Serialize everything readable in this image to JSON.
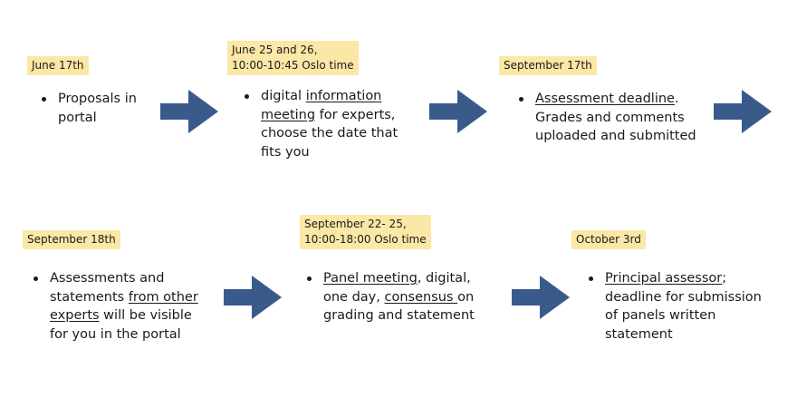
{
  "colors": {
    "arrow": "#3a5a8c",
    "date_highlight": "#fbe7a6"
  },
  "steps": [
    {
      "date_lines": [
        "June 17th"
      ],
      "segments": [
        {
          "text": "Proposals in portal",
          "u": false
        }
      ]
    },
    {
      "date_lines": [
        "June 25 and 26,",
        "10:00-10:45 Oslo time"
      ],
      "segments": [
        {
          "text": "digital ",
          "u": false
        },
        {
          "text": "information meeting",
          "u": true
        },
        {
          "text": " for experts, choose the date that fits you",
          "u": false
        }
      ]
    },
    {
      "date_lines": [
        "September 17th"
      ],
      "segments": [
        {
          "text": "Assessment deadline",
          "u": true
        },
        {
          "text": ". Grades and comments uploaded and submitted",
          "u": false
        }
      ]
    },
    {
      "date_lines": [
        "September 18th"
      ],
      "segments": [
        {
          "text": "Assessments and statements ",
          "u": false
        },
        {
          "text": "from other experts",
          "u": true
        },
        {
          "text": " will be visible for you in the portal",
          "u": false
        }
      ]
    },
    {
      "date_lines": [
        "September 22- 25,",
        "10:00-18:00 Oslo time"
      ],
      "segments": [
        {
          "text": "Panel meeting",
          "u": true
        },
        {
          "text": ", digital, one day, ",
          "u": false
        },
        {
          "text": "consensus ",
          "u": true
        },
        {
          "text": "on grading and statement",
          "u": false
        }
      ]
    },
    {
      "date_lines": [
        "October 3rd"
      ],
      "segments": [
        {
          "text": "Principal assessor",
          "u": true
        },
        {
          "text": "; deadline for submission of panels written statement",
          "u": false
        }
      ]
    }
  ]
}
